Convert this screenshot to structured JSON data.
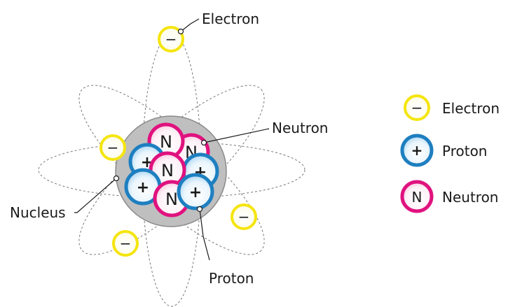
{
  "diagram": {
    "callouts": {
      "electron": "Electron",
      "neutron": "Neutron",
      "nucleus": "Nucleus",
      "proton": "Proton"
    },
    "symbols": {
      "electron": "−",
      "proton": "+",
      "neutron": "N"
    }
  },
  "legend": {
    "items": [
      {
        "kind": "electron",
        "label": "Electron"
      },
      {
        "kind": "proton",
        "label": "Proton"
      },
      {
        "kind": "neutron",
        "label": "Neutron"
      }
    ]
  },
  "colors": {
    "electron_ring": "#f5e50f",
    "proton_ring": "#1e7fc0",
    "neutron_ring": "#e0127f",
    "nucleus_fill": "#bfbfbf",
    "orbit_line": "#777777"
  }
}
